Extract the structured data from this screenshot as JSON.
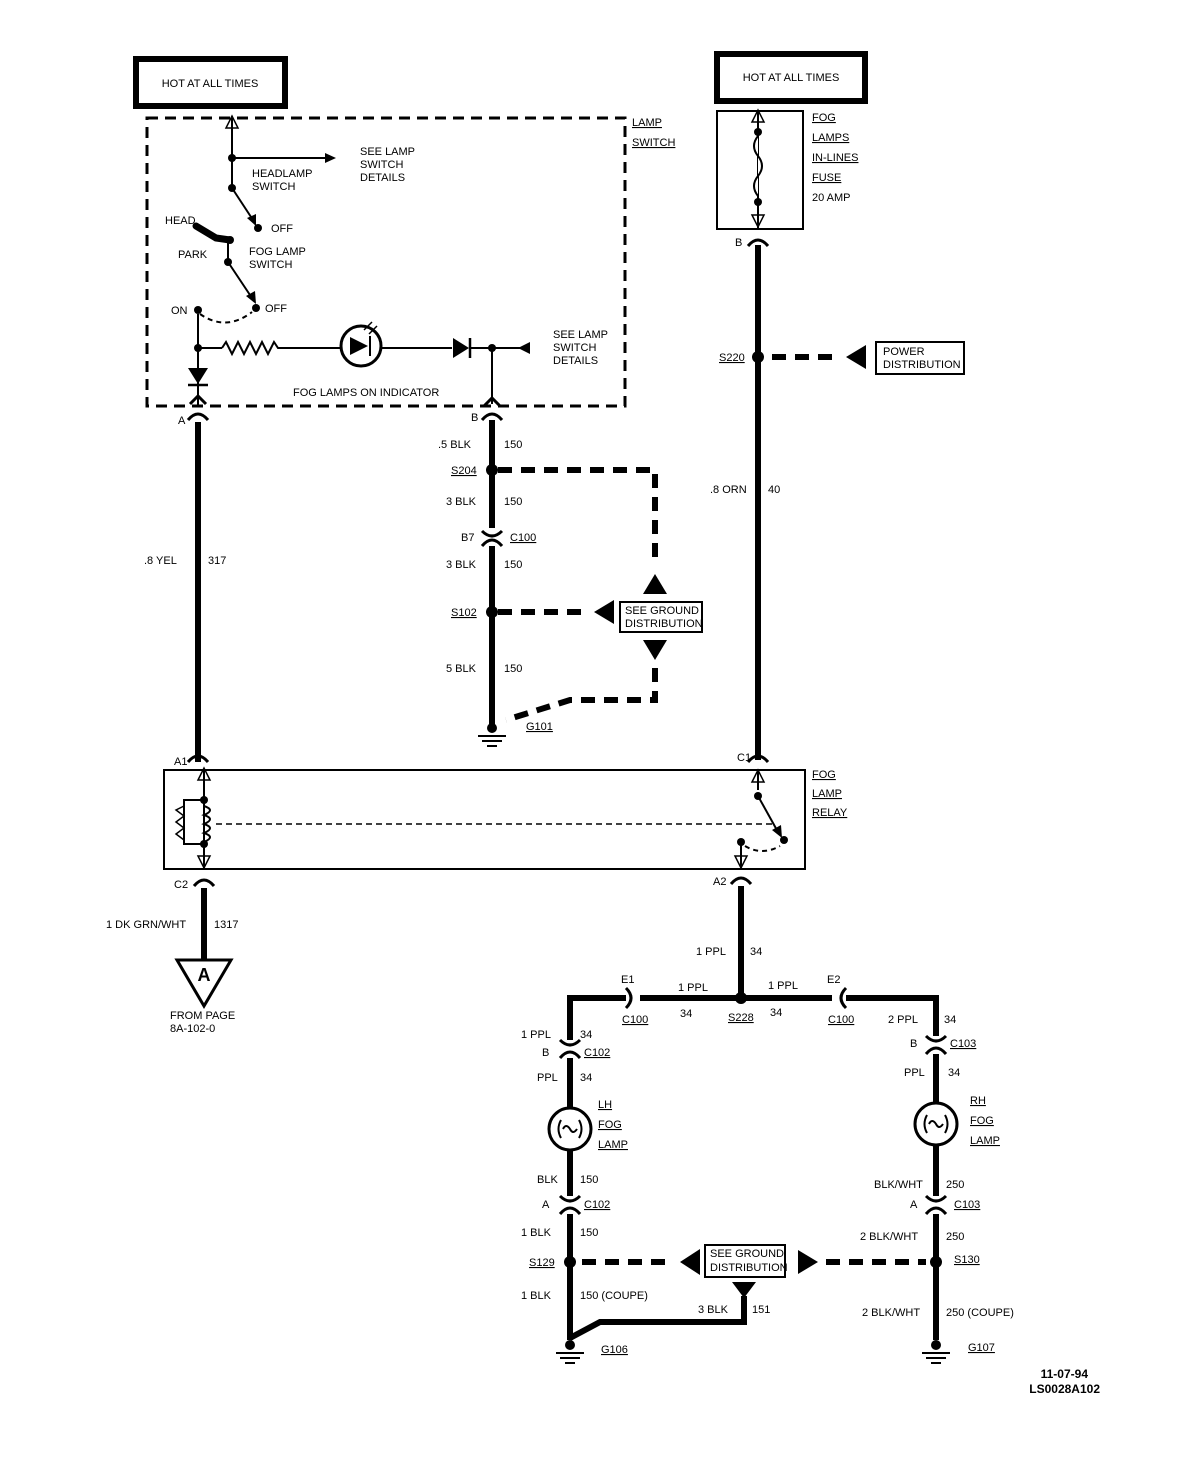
{
  "hot": {
    "left": "HOT AT ALL TIMES",
    "right": "HOT AT ALL TIMES"
  },
  "lamp_switch": {
    "title1": "LAMP",
    "title2": "SWITCH",
    "see_details_top": [
      "SEE LAMP",
      "SWITCH",
      "DETAILS"
    ],
    "headlamp_switch": [
      "HEADLAMP",
      "SWITCH"
    ],
    "off1": "OFF",
    "head": "HEAD",
    "park": "PARK",
    "fog_lamp_switch": [
      "FOG LAMP",
      "SWITCH"
    ],
    "on": "ON",
    "off2": "OFF",
    "see_details_right": [
      "SEE LAMP",
      "SWITCH",
      "DETAILS"
    ],
    "indicator": "FOG LAMPS ON INDICATOR",
    "pin_a": "A",
    "pin_b": "B"
  },
  "fuse": {
    "lines": [
      "FOG",
      "LAMPS",
      "IN-LINES",
      "FUSE"
    ],
    "rating": "20 AMP",
    "pin": "B"
  },
  "power_distribution": [
    "POWER",
    "DISTRIBUTION"
  ],
  "ground_distribution_1": [
    "SEE GROUND",
    "DISTRIBUTION"
  ],
  "ground_distribution_2": [
    "SEE GROUND",
    "DISTRIBUTION"
  ],
  "relay": {
    "lines": [
      "FOG",
      "LAMP",
      "RELAY"
    ],
    "a1": "A1",
    "c1": "C1",
    "c2": "C2",
    "a2": "A2"
  },
  "off_page": {
    "letter": "A",
    "from": "FROM PAGE",
    "page": "8A-102-0"
  },
  "wires": {
    "yel": {
      "gauge": ".8 YEL",
      "circuit": "317"
    },
    "blk_top": {
      "gauge": ".5 BLK",
      "circuit": "150"
    },
    "blk_3a": {
      "gauge": "3 BLK",
      "circuit": "150"
    },
    "blk_3b": {
      "gauge": "3 BLK",
      "circuit": "150"
    },
    "blk_5": {
      "gauge": "5 BLK",
      "circuit": "150"
    },
    "orn": {
      "gauge": ".8 ORN",
      "circuit": "40"
    },
    "dkgrn": {
      "gauge": "1 DK GRN/WHT",
      "circuit": "1317"
    },
    "ppl_a2": {
      "gauge": "1 PPL",
      "circuit": "34"
    },
    "ppl_l": {
      "gauge": "1 PPL",
      "circuit": "34"
    },
    "ppl_r": {
      "gauge": "1 PPL",
      "circuit": "34"
    },
    "ppl_lv": {
      "gauge": "1 PPL",
      "circuit": "34"
    },
    "ppl_rv": {
      "gauge": "2 PPL",
      "circuit": "34"
    },
    "ppl_lh": {
      "gauge": "PPL",
      "circuit": "34"
    },
    "ppl_rh": {
      "gauge": "PPL",
      "circuit": "34"
    },
    "blk_lh": {
      "gauge": "BLK",
      "circuit": "150"
    },
    "blkwht_rh": {
      "gauge": "BLK/WHT",
      "circuit": "250"
    },
    "blk_1": {
      "gauge": "1 BLK",
      "circuit": "150"
    },
    "blkwht_2": {
      "gauge": "2 BLK/WHT",
      "circuit": "250"
    },
    "blk_coupe": {
      "gauge": "1 BLK",
      "circuit": "150 (COUPE)"
    },
    "blk_151": {
      "gauge": "3 BLK",
      "circuit": "151"
    },
    "blkwht_coupe": {
      "gauge": "2 BLK/WHT",
      "circuit": "250 (COUPE)"
    }
  },
  "connectors": {
    "b7": "B7",
    "c100": "C100",
    "e1": "E1",
    "e1_c100": "C100",
    "e2": "E2",
    "e2_c100": "C100",
    "lh_b": "B",
    "c102_top": "C102",
    "rh_b": "B",
    "c103_top": "C103",
    "lh_a": "A",
    "c102_bot": "C102",
    "rh_a": "A",
    "c103_bot": "C103"
  },
  "splices": {
    "s204": "S204",
    "s102": "S102",
    "s220": "S220",
    "s228": "S228",
    "s129": "S129",
    "s130": "S130"
  },
  "grounds": {
    "g101": "G101",
    "g106": "G106",
    "g107": "G107"
  },
  "lamps": {
    "lh": [
      "LH",
      "FOG",
      "LAMP"
    ],
    "rh": [
      "RH",
      "FOG",
      "LAMP"
    ]
  },
  "footer": {
    "date": "11-07-94",
    "code": "LS0028A102"
  }
}
